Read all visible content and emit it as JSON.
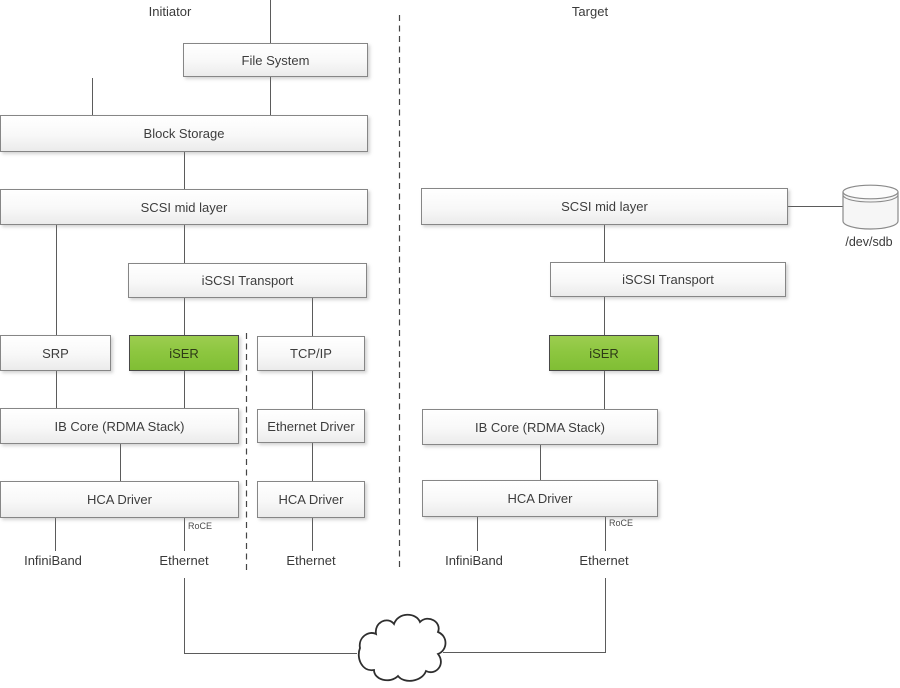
{
  "diagram": {
    "titles": {
      "initiator": "Initiator",
      "target": "Target"
    },
    "boxes": {
      "file_system": "File System",
      "block_storage": "Block Storage",
      "scsi_mid_layer_initiator": "SCSI mid layer",
      "iscsi_transport_initiator": "iSCSI Transport",
      "srp": "SRP",
      "iser_initiator": "iSER",
      "tcpip": "TCP/IP",
      "ib_core_initiator": "IB Core (RDMA Stack)",
      "ethernet_driver": "Ethernet Driver",
      "hca_driver_initiator": "HCA Driver",
      "hca_driver_ethernet": "HCA Driver",
      "scsi_mid_layer_target": "SCSI mid layer",
      "iscsi_transport_target": "iSCSI Transport",
      "iser_target": "iSER",
      "ib_core_target": "IB Core (RDMA Stack)",
      "hca_driver_target": "HCA Driver"
    },
    "labels": {
      "roce_initiator": "RoCE",
      "roce_target": "RoCE",
      "infiniband_initiator": "InfiniBand",
      "ethernet_initiator": "Ethernet",
      "ethernet_tcp": "Ethernet",
      "infiniband_target": "InfiniBand",
      "ethernet_target": "Ethernet",
      "device": "/dev/sdb"
    },
    "icons": {
      "disk": "disk-cylinder",
      "cloud": "network-cloud"
    },
    "colors": {
      "iser_green": "#8cc63f",
      "box_border": "#868686",
      "connector_line": "#5b5b5b",
      "dashed_line": "#454545"
    }
  }
}
